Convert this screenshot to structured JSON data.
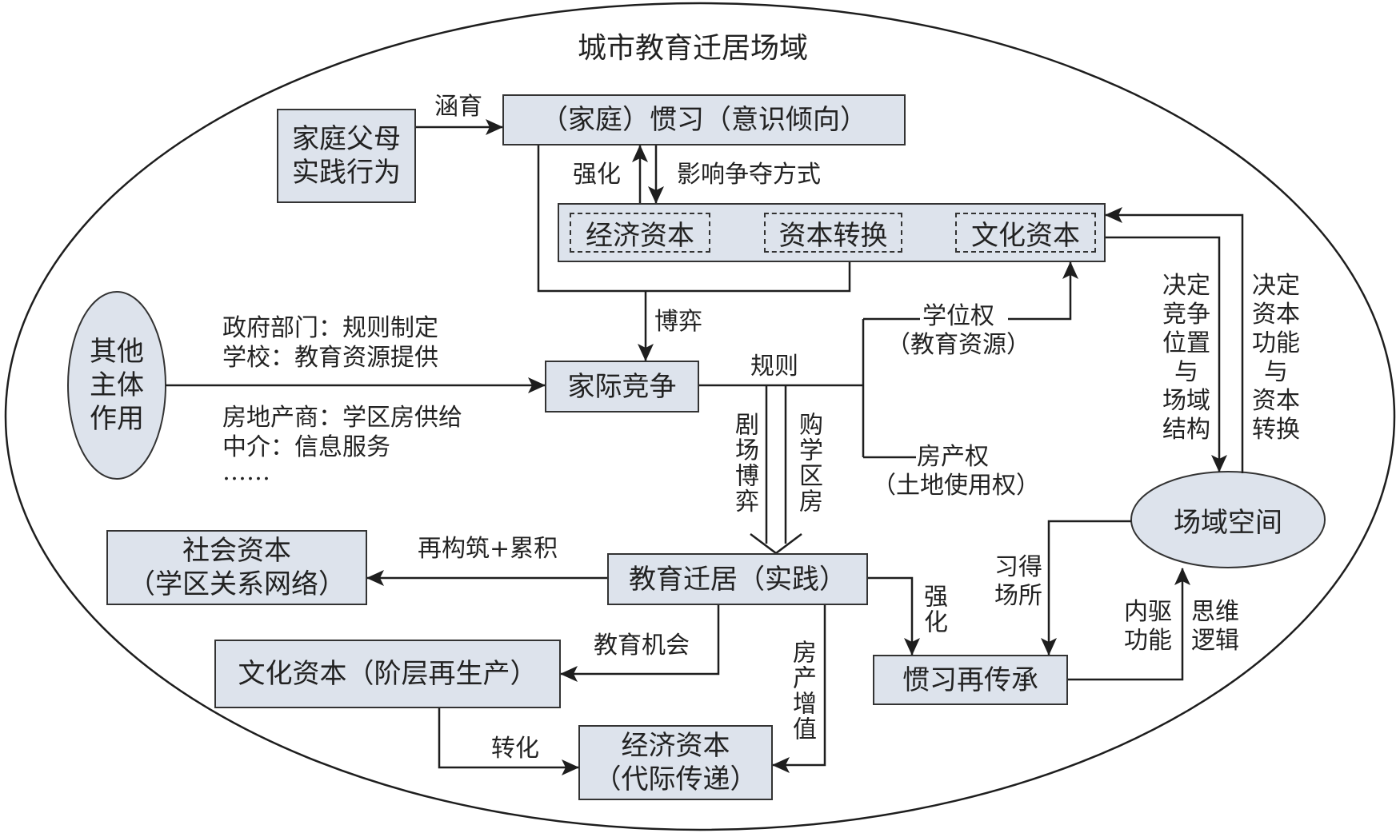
{
  "diagram": {
    "title": "城市教育迁居场域",
    "colors": {
      "box_fill": "#dde3ec",
      "stroke": "#333333",
      "background": "#ffffff"
    },
    "nodes": {
      "parents": {
        "lines": [
          "家庭父母",
          "实践行为"
        ]
      },
      "habitus": {
        "label": "（家庭）惯习（意识倾向）"
      },
      "capital_group": {
        "economic": "经济资本",
        "conversion": "资本转换",
        "cultural": "文化资本"
      },
      "other_actors": {
        "lines": [
          "其他",
          "主体",
          "作用"
        ]
      },
      "competition": {
        "label": "家际竞争"
      },
      "field_space": {
        "label": "场域空间"
      },
      "social_capital": {
        "lines": [
          "社会资本",
          "（学区关系网络）"
        ]
      },
      "migration": {
        "label": "教育迁居（实践）"
      },
      "cultural_capital": {
        "label": "文化资本（阶层再生产）"
      },
      "habitus_inherit": {
        "label": "惯习再传承"
      },
      "economic_capital": {
        "lines": [
          "经济资本",
          "（代际传递）"
        ]
      }
    },
    "edge_labels": {
      "nurture": "涵育",
      "reinforce_top": "强化",
      "influence": "影响争夺方式",
      "game": "博弈",
      "rules": "规则",
      "other_lines": [
        "政府部门：规则制定",
        "学校：教育资源提供",
        "房地产商：学区房供给",
        "中介：信息服务",
        "……"
      ],
      "degree_right": [
        "学位权",
        "（教育资源）"
      ],
      "property_right": [
        "房产权",
        "（土地使用权）"
      ],
      "theater_game": "剧场博弈",
      "buy_house": "购学区房",
      "decide_position": [
        "决定",
        "竞争",
        "位置",
        "与",
        "场域",
        "结构"
      ],
      "decide_function": [
        "决定",
        "资本",
        "功能",
        "与",
        "资本",
        "转换"
      ],
      "rebuild": "再构筑+累积",
      "reinforce_bottom": "强化",
      "acquire_place": [
        "习得",
        "场所"
      ],
      "inner_drive": [
        "内驱",
        "功能"
      ],
      "thinking_logic": [
        "思维",
        "逻辑"
      ],
      "edu_opportunity": "教育机会",
      "property_value": "房产增值",
      "transform": "转化"
    }
  }
}
